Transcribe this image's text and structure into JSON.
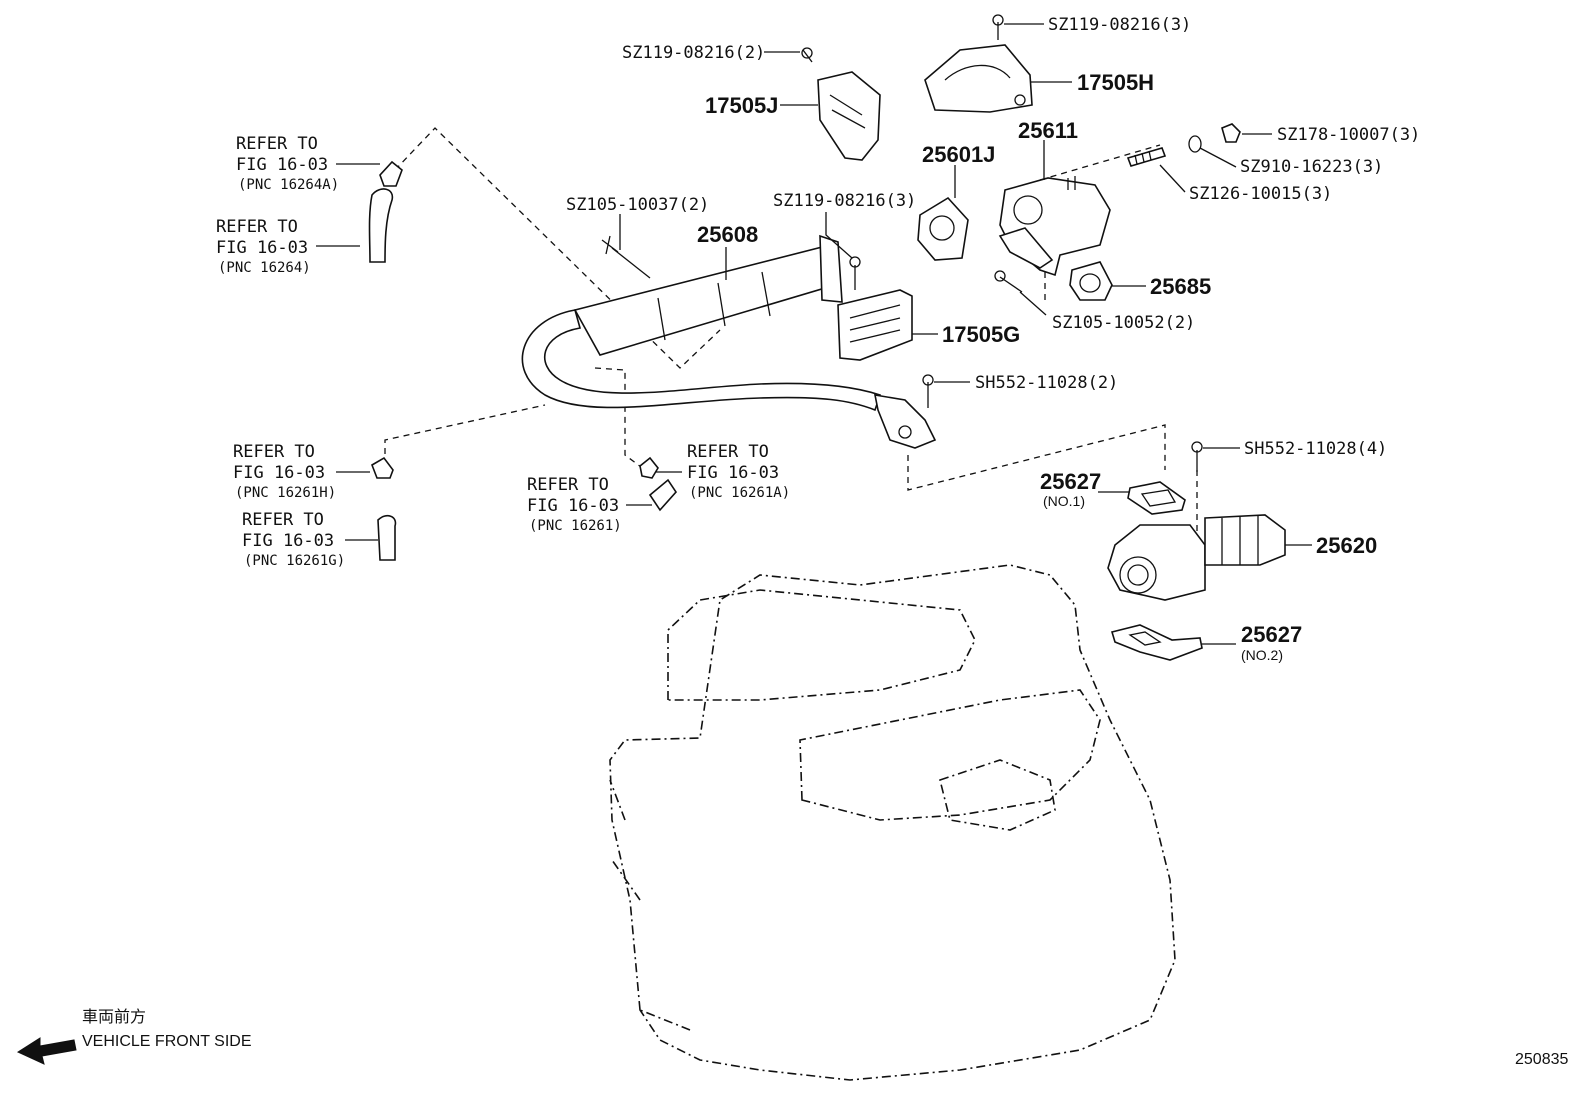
{
  "callouts": {
    "sz119_top": "SZ119-08216(3)",
    "sz119_left": "SZ119-08216(2)",
    "sz119_mid": "SZ119-08216(3)",
    "p17505h": "17505H",
    "p17505j": "17505J",
    "p25611": "25611",
    "p25601j": "25601J",
    "sz178": "SZ178-10007(3)",
    "sz910": "SZ910-16223(3)",
    "sz126": "SZ126-10015(3)",
    "sz105_left": "SZ105-10037(2)",
    "p25608": "25608",
    "p25685": "25685",
    "p17505g": "17505G",
    "sz105_right": "SZ105-10052(2)",
    "sh552_2": "SH552-11028(2)",
    "sh552_4": "SH552-11028(4)",
    "p25627a": "25627",
    "p25627a_sub": "(NO.1)",
    "p25620": "25620",
    "p25627b": "25627",
    "p25627b_sub": "(NO.2)"
  },
  "refs": {
    "r1": {
      "line1": "REFER TO",
      "line2": "FIG 16-03",
      "line3": "(PNC 16264A)"
    },
    "r2": {
      "line1": "REFER TO",
      "line2": "FIG 16-03",
      "line3": "(PNC 16264)"
    },
    "r3": {
      "line1": "REFER TO",
      "line2": "FIG 16-03",
      "line3": "(PNC 16261H)"
    },
    "r4": {
      "line1": "REFER TO",
      "line2": "FIG 16-03",
      "line3": "(PNC 16261G)"
    },
    "r5": {
      "line1": "REFER TO",
      "line2": "FIG 16-03",
      "line3": "(PNC 16261A)"
    },
    "r6": {
      "line1": "REFER TO",
      "line2": "FIG 16-03",
      "line3": "(PNC 16261)"
    }
  },
  "footer": {
    "front_jp": "車両前方",
    "front_en": "VEHICLE FRONT SIDE",
    "figure_number": "250835"
  }
}
